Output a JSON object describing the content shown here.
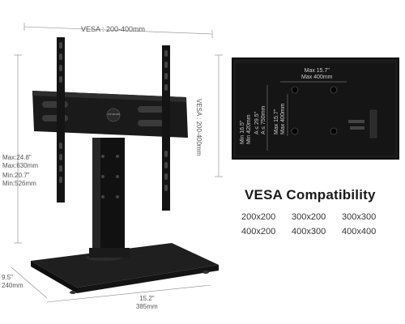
{
  "dimensions": {
    "vesa_top": "VESA : 200-400mm",
    "vesa_right": "VESA : 200-400mm",
    "height_max_in": "Max:24.8\"",
    "height_max_mm": "Max:630mm",
    "height_min_in": "Min:20.7\"",
    "height_min_mm": "Min:526mm",
    "depth_in": "9.5\"",
    "depth_mm": "240mm",
    "width_in": "15.2\"",
    "width_mm": "385mm"
  },
  "tv_back": {
    "max_width_in": "Max 15.7\"",
    "max_width_mm": "Max 400mm",
    "min_height_in": "Min 16.5\"",
    "min_height_mm": "Min 420mm",
    "a_in": "A ≤ 29.5\"",
    "a_mm": "A ≤ 750mm",
    "max_height_in": "Max 15.7\"",
    "max_height_mm": "Max 400mm"
  },
  "brand": "FITUEYES",
  "compat": {
    "title": "VESA Compatibility",
    "sizes": [
      "200x200",
      "300x200",
      "300x300",
      "400x200",
      "400x300",
      "400x400"
    ]
  }
}
